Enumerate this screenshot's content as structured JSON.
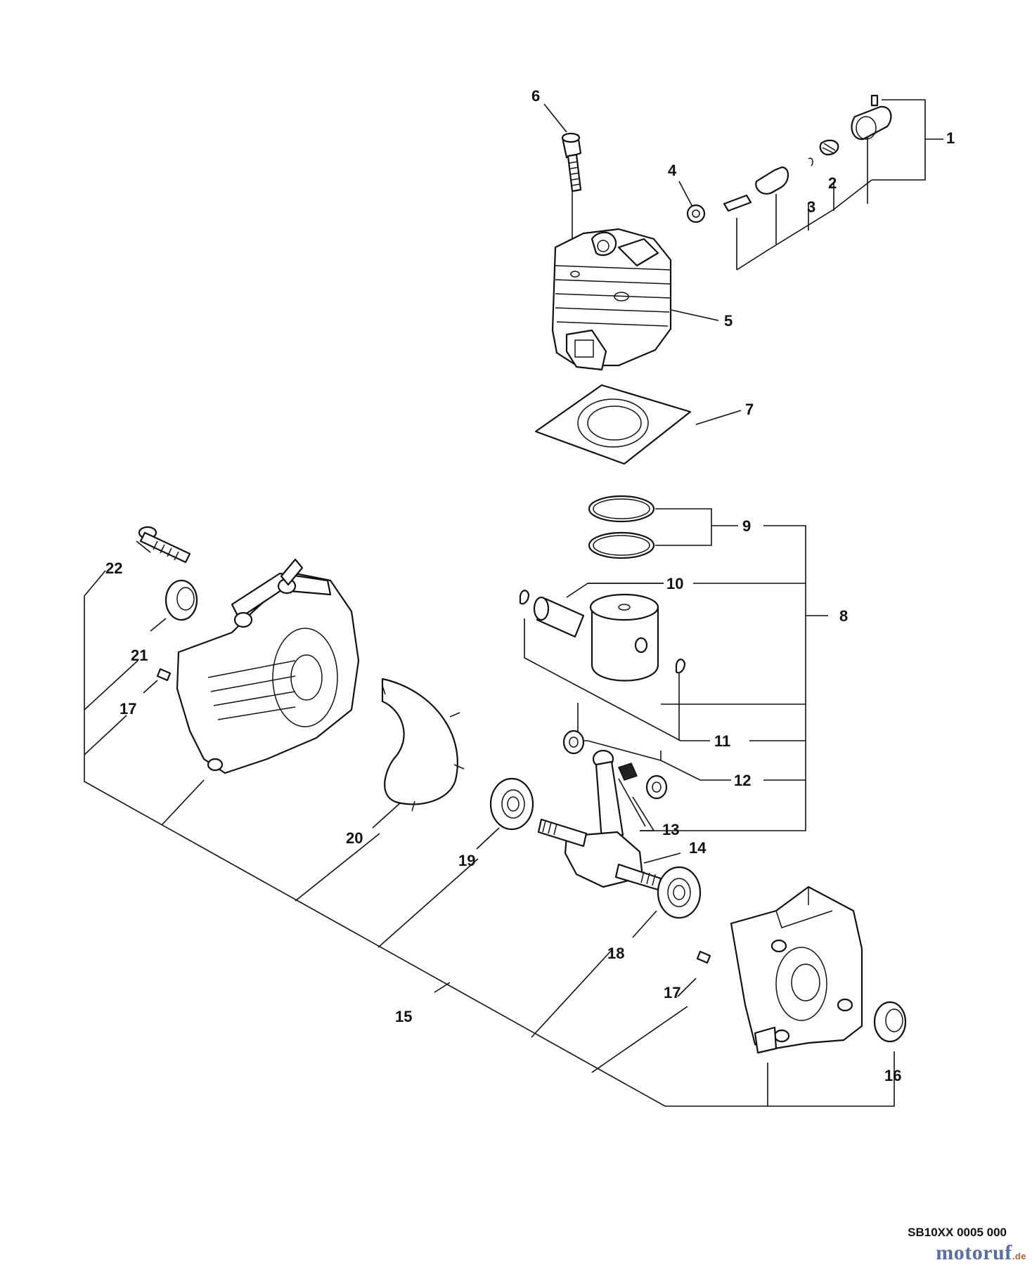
{
  "diagram": {
    "callouts": {
      "p1": "1",
      "p2": "2",
      "p3": "3",
      "p4": "4",
      "p5": "5",
      "p6": "6",
      "p7": "7",
      "p8": "8",
      "p9": "9",
      "p10": "10",
      "p11": "11",
      "p12": "12",
      "p13": "13",
      "p14": "14",
      "p15": "15",
      "p16": "16",
      "p17a": "17",
      "p17b": "17",
      "p18": "18",
      "p19": "19",
      "p20": "20",
      "p21": "21",
      "p22": "22"
    }
  },
  "footer": {
    "drawing_code": "SB10XX 0005 000",
    "brand_name": "motoruf",
    "brand_suffix": ".de"
  },
  "colors": {
    "line": "#111111",
    "brand": "#5a6fa0",
    "brand_suffix": "#c25a2a"
  }
}
